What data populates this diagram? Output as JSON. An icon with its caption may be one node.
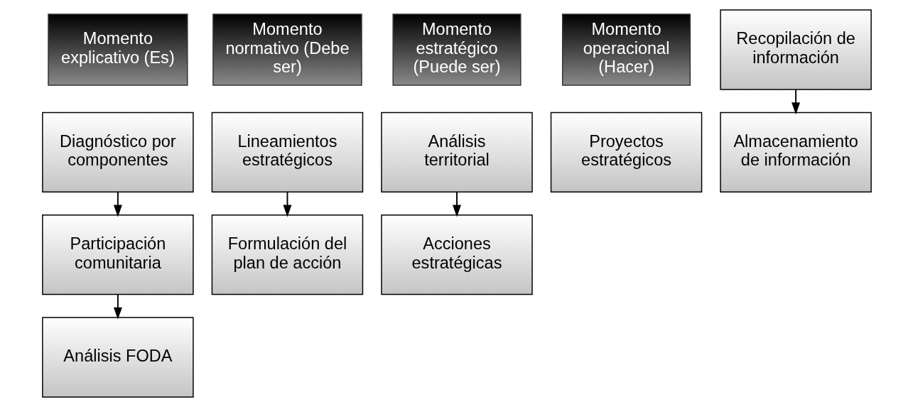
{
  "diagram": {
    "nodes": [
      {
        "text": [
          "Momento explicativo (Es)"
        ]
      },
      {
        "text": [
          "Momento normativo (Debe ser)"
        ]
      },
      {
        "text": [
          "Momento estratégico (Puede ser)"
        ]
      },
      {
        "text": [
          "Momento operacional (Hacer)"
        ]
      },
      {
        "text": [
          "Recopilación de información"
        ]
      },
      {
        "text": [
          "Diagnóstico por componentes"
        ]
      },
      {
        "text": [
          "Lineamientos estratégicos"
        ]
      },
      {
        "text": [
          "Análisis territorial"
        ]
      },
      {
        "text": [
          "Proyectos estratégicos"
        ]
      },
      {
        "text": [
          "Almacenamiento de información"
        ]
      },
      {
        "text": [
          "Participación comunitaria"
        ]
      },
      {
        "text": [
          "Formulación del plan de acción"
        ]
      },
      {
        "text": [
          "Acciones estratégicas"
        ]
      },
      {
        "text": [
          "Análisis FODA"
        ]
      }
    ],
    "edges": [
      {
        "from": 4,
        "to": 9,
        "arrow": "to"
      },
      {
        "from": 5,
        "to": 10,
        "arrow": "to"
      },
      {
        "from": 10,
        "to": 13,
        "arrow": "to"
      },
      {
        "from": 6,
        "to": 11,
        "arrow": "to"
      },
      {
        "from": 7,
        "to": 12,
        "arrow": "to"
      }
    ]
  }
}
